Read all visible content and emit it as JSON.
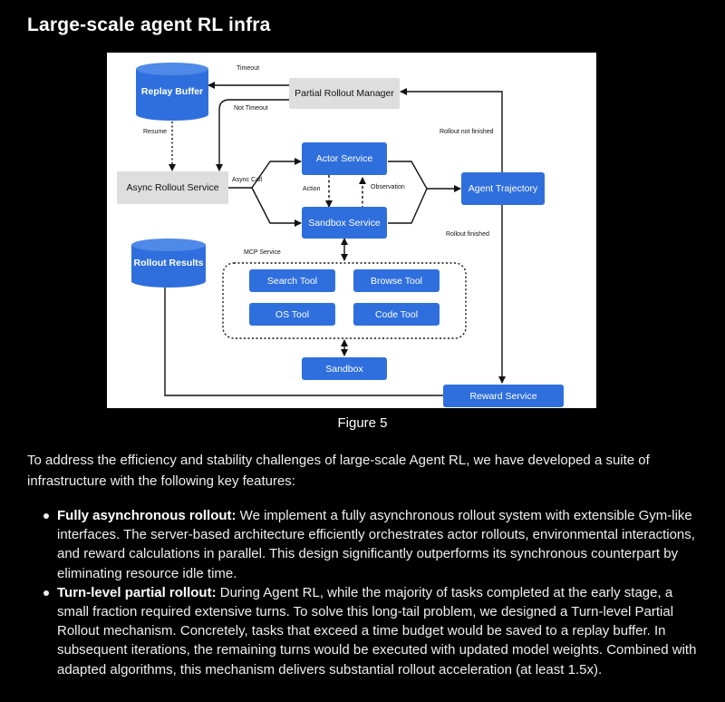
{
  "page": {
    "title": "Large-scale agent RL infra",
    "caption": "Figure 5",
    "intro": "To address the efficiency and stability challenges of large-scale Agent RL, we have developed a suite of infrastructure with the following key features:"
  },
  "diagram": {
    "nodes": {
      "replay_buffer": "Replay Buffer",
      "partial_rollout_manager": "Partial Rollout Manager",
      "async_rollout_service": "Async Rollout Service",
      "actor_service": "Actor Service",
      "sandbox_service": "Sandbox Service",
      "agent_trajectory": "Agent Trajectory",
      "rollout_results": "Rollout Results",
      "search_tool": "Search Tool",
      "browse_tool": "Browse Tool",
      "os_tool": "OS Tool",
      "code_tool": "Code Tool",
      "sandbox": "Sandbox",
      "reward_service": "Reward Service"
    },
    "edge_labels": {
      "timeout": "Timeout",
      "not_timeout": "Not Timeout",
      "resume": "Resume",
      "async_call": "Async Call",
      "action": "Action",
      "observation": "Observation",
      "rollout_not_finished": "Rollout not finished",
      "rollout_finished": "Rollout finished",
      "mcp_service": "MCP Service"
    },
    "colors": {
      "blue_node": "#2f6fdd",
      "gray_node": "#dedede",
      "edge": "#111111"
    }
  },
  "features": [
    {
      "title": "Fully asynchronous rollout:",
      "text": " We implement a fully asynchronous rollout system with extensible Gym-like interfaces. The server-based architecture efficiently orchestrates actor rollouts, environmental interactions, and reward calculations in parallel. This design significantly outperforms its synchronous counterpart by eliminating resource idle time."
    },
    {
      "title": "Turn-level partial rollout:",
      "text": " During Agent RL, while the majority of tasks completed at the early stage, a small fraction required extensive turns. To solve this long-tail problem, we designed a Turn-level Partial Rollout mechanism. Concretely, tasks that exceed a time budget would be saved to a replay buffer. In subsequent iterations, the remaining turns would be executed with updated model weights. Combined with adapted algorithms, this mechanism delivers substantial rollout acceleration (at least 1.5x)."
    }
  ]
}
